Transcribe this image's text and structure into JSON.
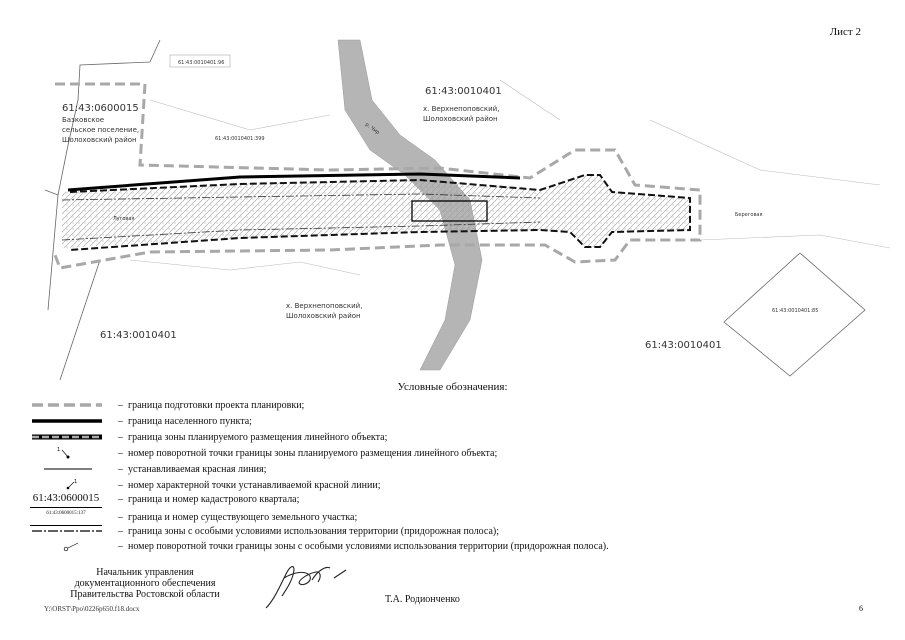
{
  "sheet_label": "Лист 2",
  "map": {
    "cadastral_quarters": [
      "61:43:0600015",
      "61:43:0010401",
      "61:43:0010401",
      "61:43:0010401"
    ],
    "settlement_labels": {
      "bazkovskoe": [
        "Базковское",
        "сельское поселение,",
        "Шолоховский район"
      ],
      "north": [
        "х. Верхнепоповский,",
        "Шолоховский район"
      ],
      "south": [
        "х. Верхнепоповский,",
        "Шолоховский район"
      ]
    },
    "small_labels": {
      "top_parcel": "61:43:0010401:96",
      "road_parcel": "61:43:0010401:399",
      "right_parcel": "61:43:0010401:85",
      "street_left": "Луговая",
      "street_right": "Береговая",
      "river": "р. Чир"
    }
  },
  "legend": {
    "title": "Условные обозначения:",
    "separator": "–",
    "sample_quarter": "61:43:0600015",
    "sample_parcel": "61:43:0600015:137",
    "items": [
      {
        "symbol": "thick-gray-dash",
        "text": "граница подготовки проекта планировки;"
      },
      {
        "symbol": "thick-black-line",
        "text": "граница населенного пункта;"
      },
      {
        "symbol": "gray-dash-black-outline",
        "text": "граница зоны планируемого размещения линейного объекта;"
      },
      {
        "symbol": "turning-point",
        "text": "номер поворотной точки границы зоны планируемого размещения линейного объекта;"
      },
      {
        "symbol": "thin-line",
        "text": "устанавливаемая красная линия;"
      },
      {
        "symbol": "point-marker",
        "text": "номер характерной точки устанавливаемой красной линии;"
      },
      {
        "symbol": "quarter-number",
        "text": "граница и номер кадастрового квартала;"
      },
      {
        "symbol": "parcel-number",
        "text": "граница и номер существующего земельного участка;"
      },
      {
        "symbol": "dash-dot-line",
        "text": "граница зоны с особыми условиями использования территории (придорожная полоса);"
      },
      {
        "symbol": "open-point",
        "text": "номер поворотной точки границы зоны с особыми условиями использования территории (придорожная полоса)."
      }
    ]
  },
  "signer": {
    "title_lines": [
      "Начальник управления",
      "документационного обеспечения",
      "Правительства Ростовской области"
    ],
    "name": "Т.А. Родионченко"
  },
  "file_path": "Y:\\ORST\\Ppo\\0226p650.f18.docx",
  "page_number": "6"
}
